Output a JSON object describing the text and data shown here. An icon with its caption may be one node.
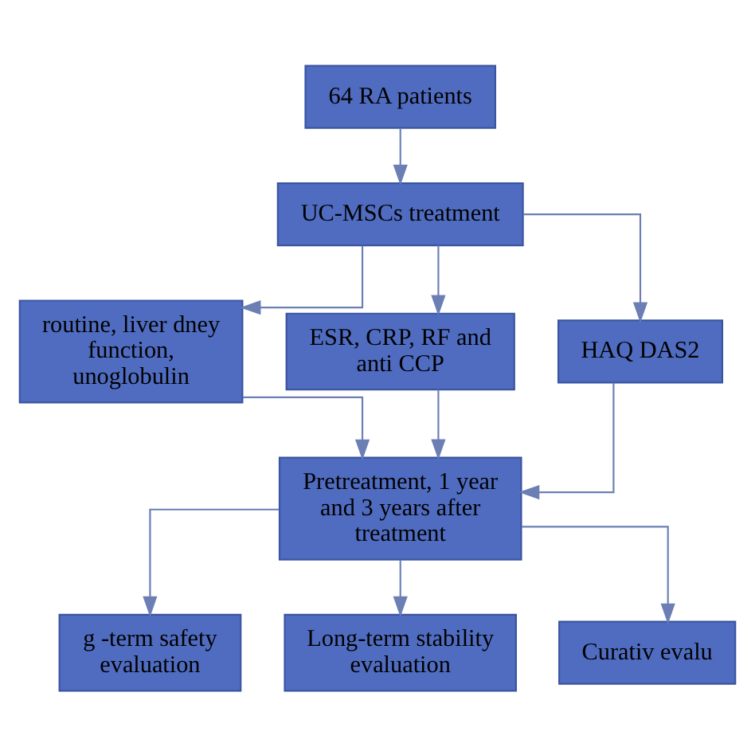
{
  "diagram": {
    "nodes": [
      {
        "text": [
          "64 RA patients"
        ]
      },
      {
        "text": [
          "UC-MSCs treatment"
        ]
      },
      {
        "text": [
          "routine, liver dney function, unoglobulin"
        ]
      },
      {
        "text": [
          "ESR, CRP, RF and anti CCP"
        ]
      },
      {
        "text": [
          "HAQ DAS2"
        ]
      },
      {
        "text": [
          "Pretreatment, 1 year and 3 years after treatment"
        ]
      },
      {
        "text": [
          "g -term safety evaluation"
        ]
      },
      {
        "text": [
          "Long-term stability evaluation"
        ]
      },
      {
        "text": [
          "Curativ evalu"
        ]
      }
    ],
    "edges": [
      {
        "from": 0,
        "to": 1,
        "arrow": "to"
      },
      {
        "from": 1,
        "to": 2,
        "arrow": "to"
      },
      {
        "from": 1,
        "to": 3,
        "arrow": "to"
      },
      {
        "from": 1,
        "to": 4,
        "arrow": "to"
      },
      {
        "from": 2,
        "to": 5,
        "arrow": "to"
      },
      {
        "from": 3,
        "to": 5,
        "arrow": "to"
      },
      {
        "from": 4,
        "to": 5,
        "arrow": "to"
      },
      {
        "from": 5,
        "to": 6,
        "arrow": "to"
      },
      {
        "from": 5,
        "to": 7,
        "arrow": "to"
      },
      {
        "from": 5,
        "to": 8,
        "arrow": "to"
      }
    ]
  }
}
